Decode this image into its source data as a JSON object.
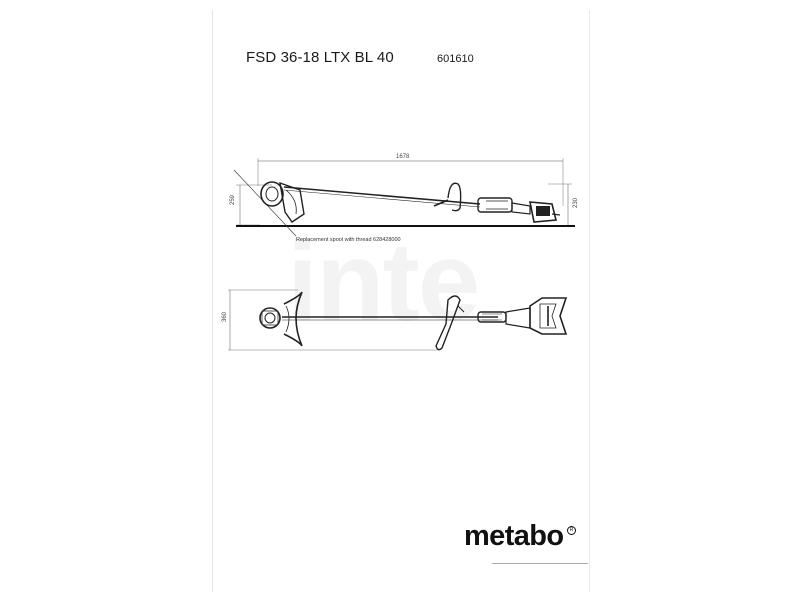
{
  "header": {
    "model": "FSD 36-18 LTX BL 40",
    "article_number": "601610"
  },
  "watermark": {
    "text": "inte"
  },
  "dimensions": {
    "length": "1678",
    "height_head": "259",
    "height_rear": "230",
    "width_top_view": "360"
  },
  "note": {
    "text": "Replacement spool with thread 628428000"
  },
  "brand": {
    "logo": "metabo"
  },
  "colors": {
    "line": "#222222",
    "dim": "#666666"
  }
}
